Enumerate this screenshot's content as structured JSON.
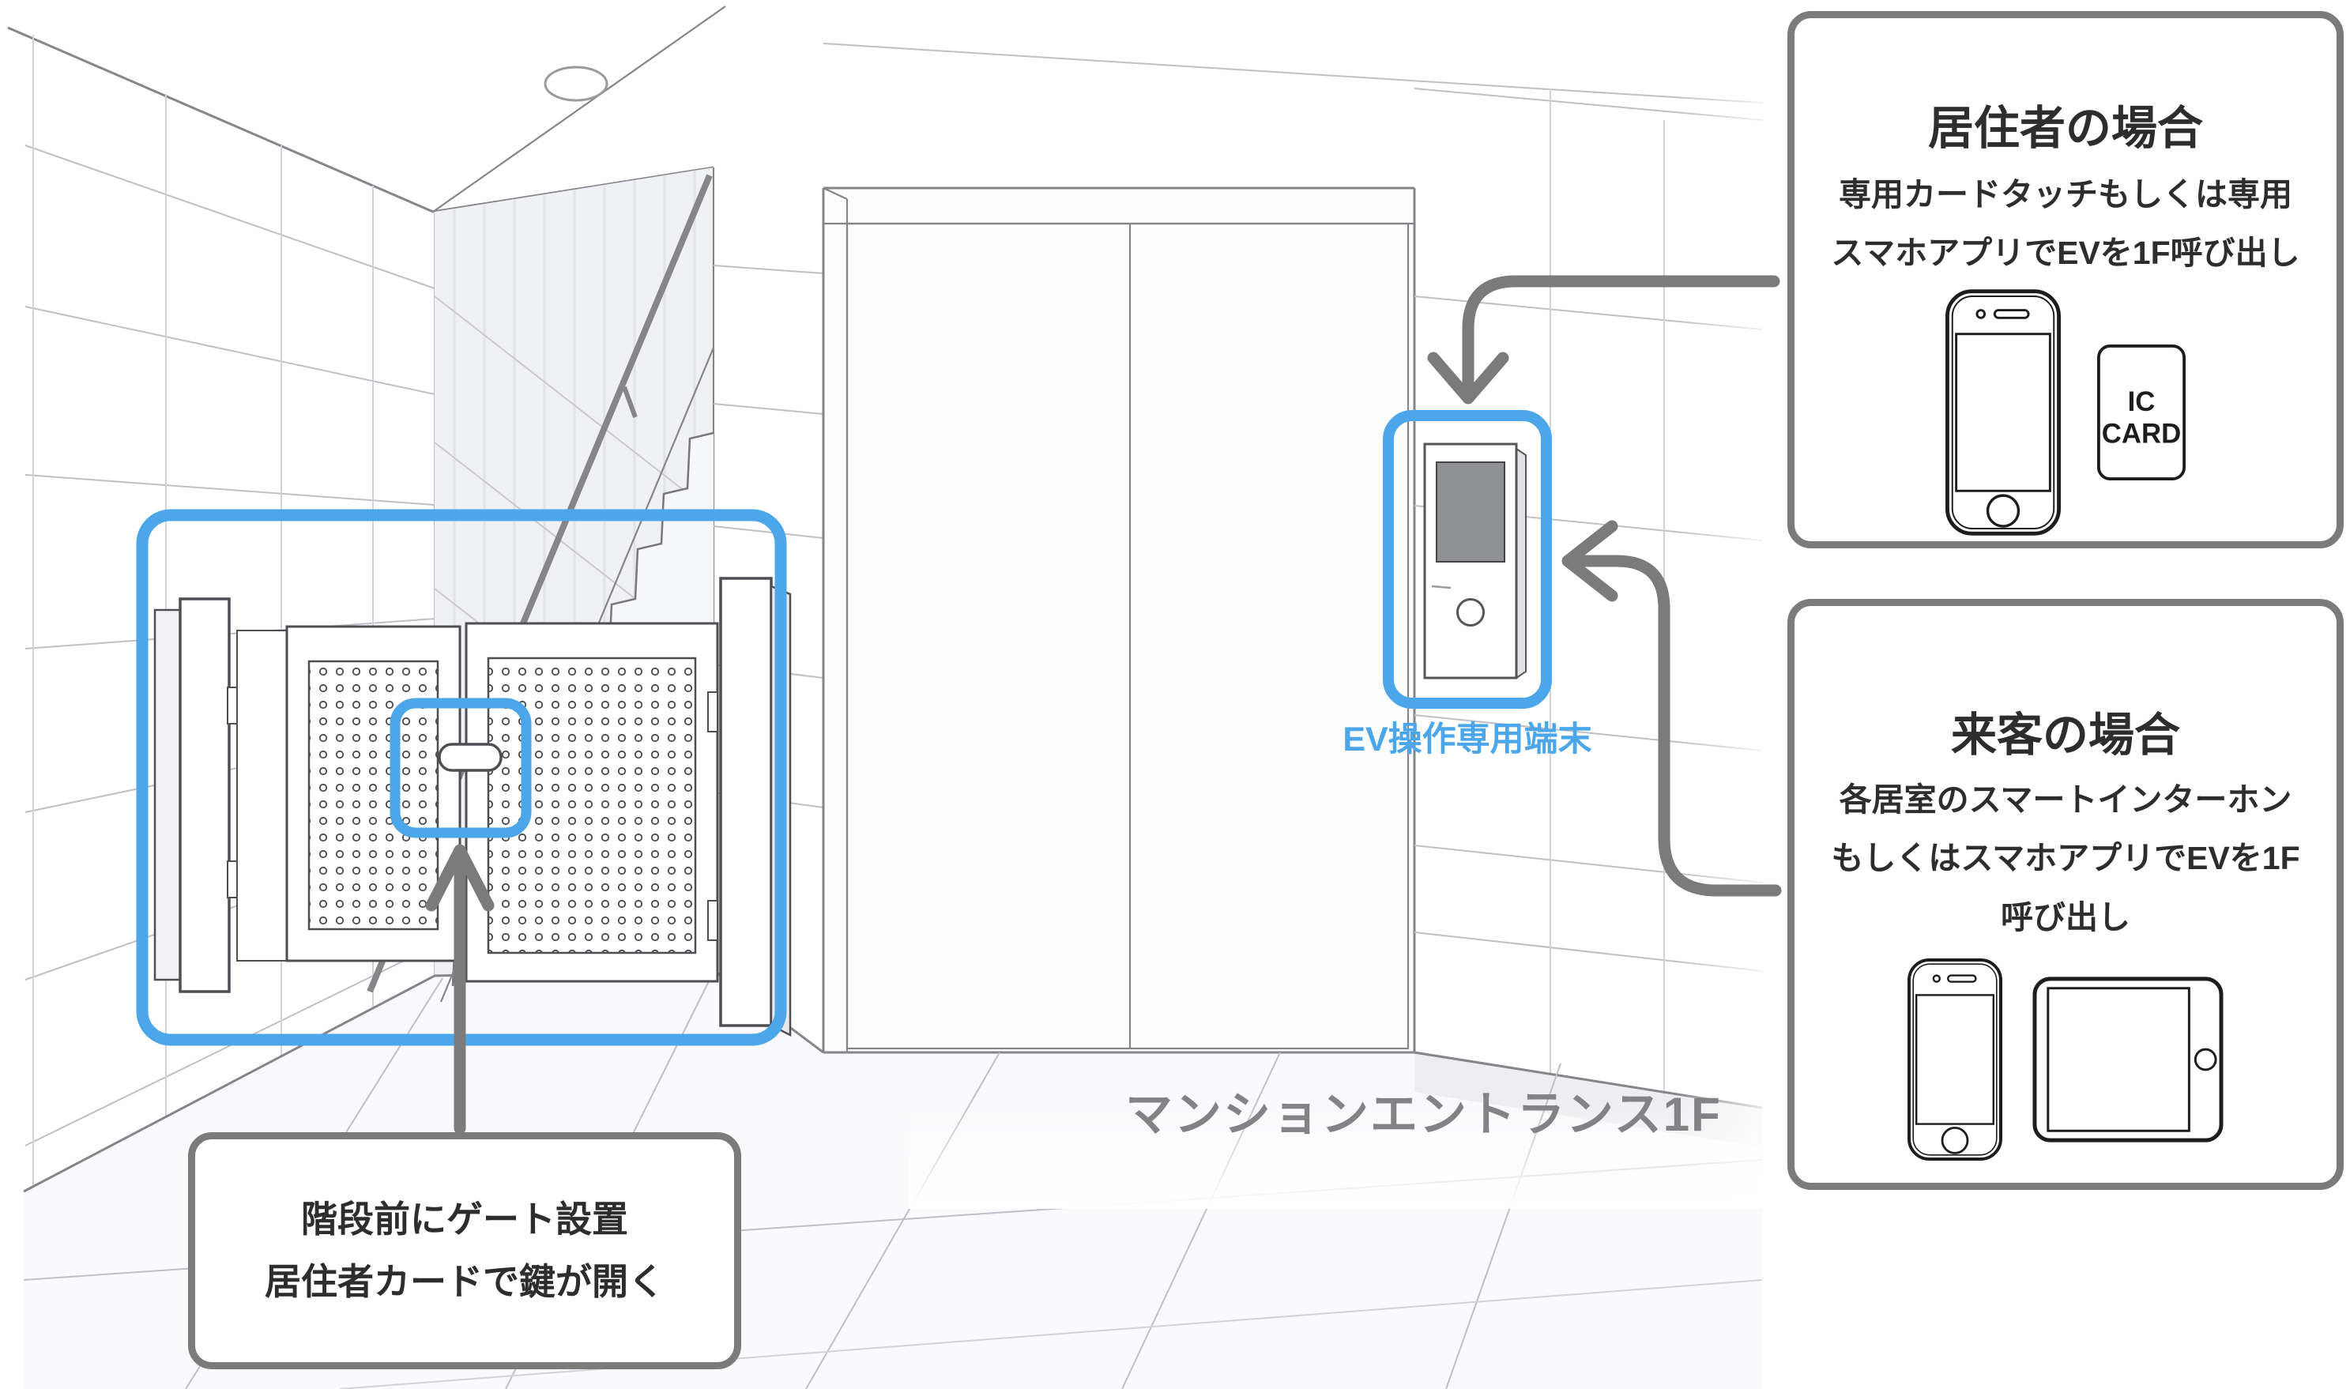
{
  "scene": {
    "floor_label": "マンションエントランス1F",
    "terminal_label": "EV操作専用端末"
  },
  "callouts": {
    "resident": {
      "title": "居住者の場合",
      "body_line1": "専用カードタッチもしくは専用",
      "body_line2": "スマホアプリでEVを1F呼び出し",
      "ic_card_line1": "IC",
      "ic_card_line2": "CARD"
    },
    "visitor": {
      "title": "来客の場合",
      "body_line1": "各居室のスマートインターホン",
      "body_line2": "もしくはスマホアプリでEVを1F",
      "body_line3": "呼び出し"
    },
    "gate": {
      "body_line1": "階段前にゲート設置",
      "body_line2": "居住者カードで鍵が開く"
    }
  },
  "colors": {
    "highlight_blue": "#4BA6EA",
    "annotation_gray": "#7B7B7B",
    "text_dark": "#2D2D2D",
    "floor_label_gray": "#828287",
    "line_art": "#85858A"
  }
}
